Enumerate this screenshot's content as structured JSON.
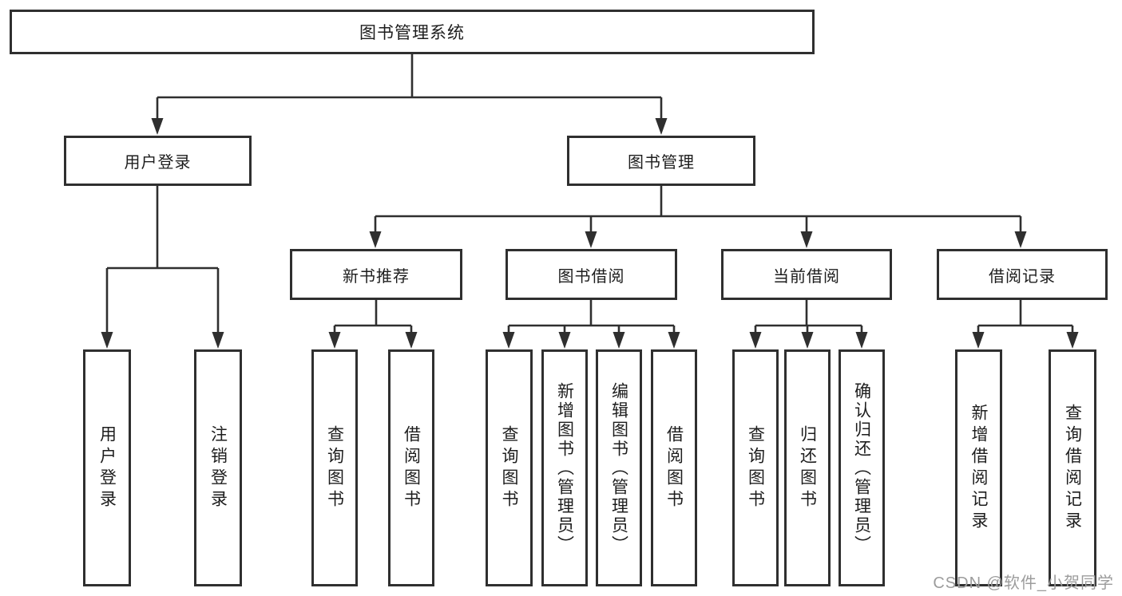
{
  "diagram": {
    "type": "hierarchy-tree",
    "tree": {
      "root": {
        "label": "图书管理系统"
      },
      "level2": [
        {
          "label": "用户登录"
        },
        {
          "label": "图书管理"
        }
      ],
      "level3": [
        {
          "label": "新书推荐"
        },
        {
          "label": "图书借阅"
        },
        {
          "label": "当前借阅"
        },
        {
          "label": "借阅记录"
        }
      ],
      "leaves": [
        {
          "label": "用户登录"
        },
        {
          "label": "注销登录"
        },
        {
          "label": "查询图书"
        },
        {
          "label": "借阅图书"
        },
        {
          "label": "查询图书"
        },
        {
          "label": "新增图书（管理员）"
        },
        {
          "label": "编辑图书（管理员）"
        },
        {
          "label": "借阅图书"
        },
        {
          "label": "查询图书"
        },
        {
          "label": "归还图书"
        },
        {
          "label": "确认归还（管理员）"
        },
        {
          "label": "新增借阅记录"
        },
        {
          "label": "查询借阅记录"
        }
      ],
      "edges": [
        {
          "from": "图书管理系统",
          "to": [
            "用户登录",
            "图书管理"
          ]
        },
        {
          "from": "用户登录",
          "to": [
            "用户登录",
            "注销登录"
          ]
        },
        {
          "from": "图书管理",
          "to": [
            "新书推荐",
            "图书借阅",
            "当前借阅",
            "借阅记录"
          ]
        },
        {
          "from": "新书推荐",
          "to": [
            "查询图书",
            "借阅图书"
          ]
        },
        {
          "from": "图书借阅",
          "to": [
            "查询图书",
            "新增图书（管理员）",
            "编辑图书（管理员）",
            "借阅图书"
          ]
        },
        {
          "from": "当前借阅",
          "to": [
            "查询图书",
            "归还图书",
            "确认归还（管理员）"
          ]
        },
        {
          "from": "借阅记录",
          "to": [
            "新增借阅记录",
            "查询借阅记录"
          ]
        }
      ]
    },
    "colors": {
      "line": "#2f2f2f",
      "box_border": "#2f2f2f",
      "text": "#1d1d1d",
      "background": "#ffffff",
      "watermark": "#9c9c9c"
    },
    "watermark": "CSDN @软件_小贺同学"
  }
}
